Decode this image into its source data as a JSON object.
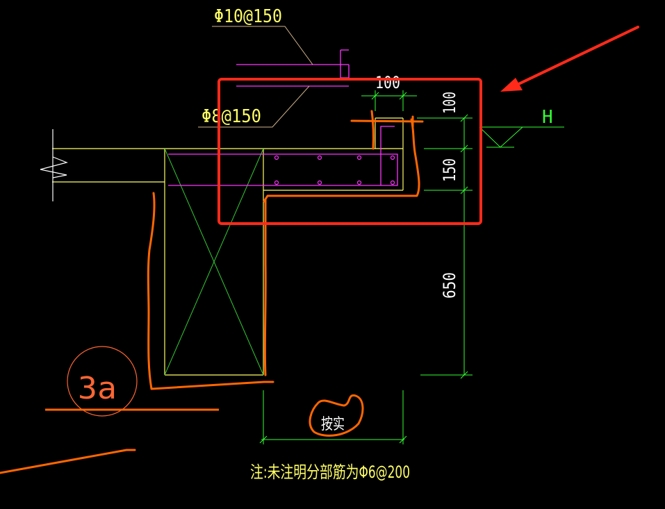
{
  "labels": {
    "rebar_top": "Φ10@150",
    "rebar_lower": "Φ8@150",
    "dim_100_horizontal": "100",
    "dim_100_vertical": "100",
    "dim_150": "150",
    "dim_650": "650",
    "elevation_mark": "H",
    "section_id": "3a",
    "handwritten_note": "按实",
    "footnote": "注:未注明分部筋为Φ6@200"
  },
  "colors": {
    "background": "#000000",
    "wall_line": "#ffff66",
    "rebar": "#ff33ff",
    "dimension": "#33ff33",
    "leader": "#d2b48c",
    "text": "#ffff66",
    "annotation_orange": "#ff6600",
    "highlight_red": "#ff2a1a",
    "white_line": "#ffffff"
  }
}
